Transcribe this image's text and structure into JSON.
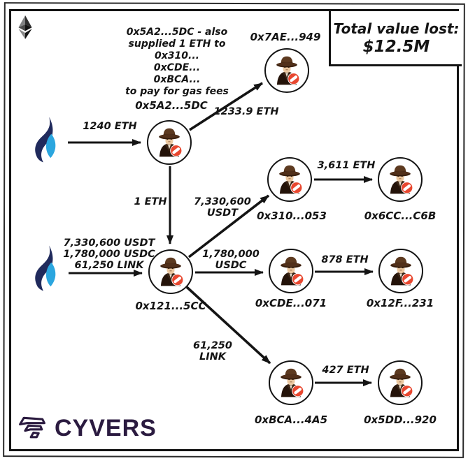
{
  "header": {
    "total_label": "Total value lost:",
    "total_amount": "$12.5M"
  },
  "note": {
    "lines": [
      "0x5A2...5DC - also",
      "supplied 1 ETH to",
      "0x310...",
      "0xCDE...",
      "0xBCA...",
      "to pay for gas fees"
    ]
  },
  "nodes": [
    {
      "label": "0x7AE...949"
    },
    {
      "label": "0x5A2...5DC"
    },
    {
      "label": "0x310...053"
    },
    {
      "label": "0x6CC...C6B"
    },
    {
      "label": "0x121...5CC"
    },
    {
      "label": "0xCDE...071"
    },
    {
      "label": "0x12F...231"
    },
    {
      "label": "0xBCA...4A5"
    },
    {
      "label": "0x5DD...920"
    }
  ],
  "edges": {
    "exchange_to_5a2": "1240 ETH",
    "x5a2_to_7ae": "1233.9 ETH",
    "x5a2_to_121": "1 ETH",
    "exchange_to_121": [
      "7,330,600 USDT",
      "1,780,000 USDC",
      "61,250 LINK"
    ],
    "x121_to_310": [
      "7,330,600",
      "USDT"
    ],
    "x310_to_6cc": "3,611 ETH",
    "x121_to_cde": [
      "1,780,000",
      "USDC"
    ],
    "xcde_to_12f": "878 ETH",
    "x121_to_bca": [
      "61,250",
      "LINK"
    ],
    "xbca_to_5dd": "427 ETH"
  },
  "branding": {
    "name": "CYVERS"
  },
  "icons": {
    "ethereum": "ethereum-logo",
    "exchange": "huobi-flame-logo",
    "wallet": "hacker-spy-blocked-icon",
    "brand": "cyvers-layers-icon"
  },
  "colors": {
    "ink": "#141414",
    "brand_purple": "#2b1b40",
    "huobi_navy": "#202a5c",
    "huobi_blue": "#2ba6df",
    "ban_red": "#e8472f"
  }
}
